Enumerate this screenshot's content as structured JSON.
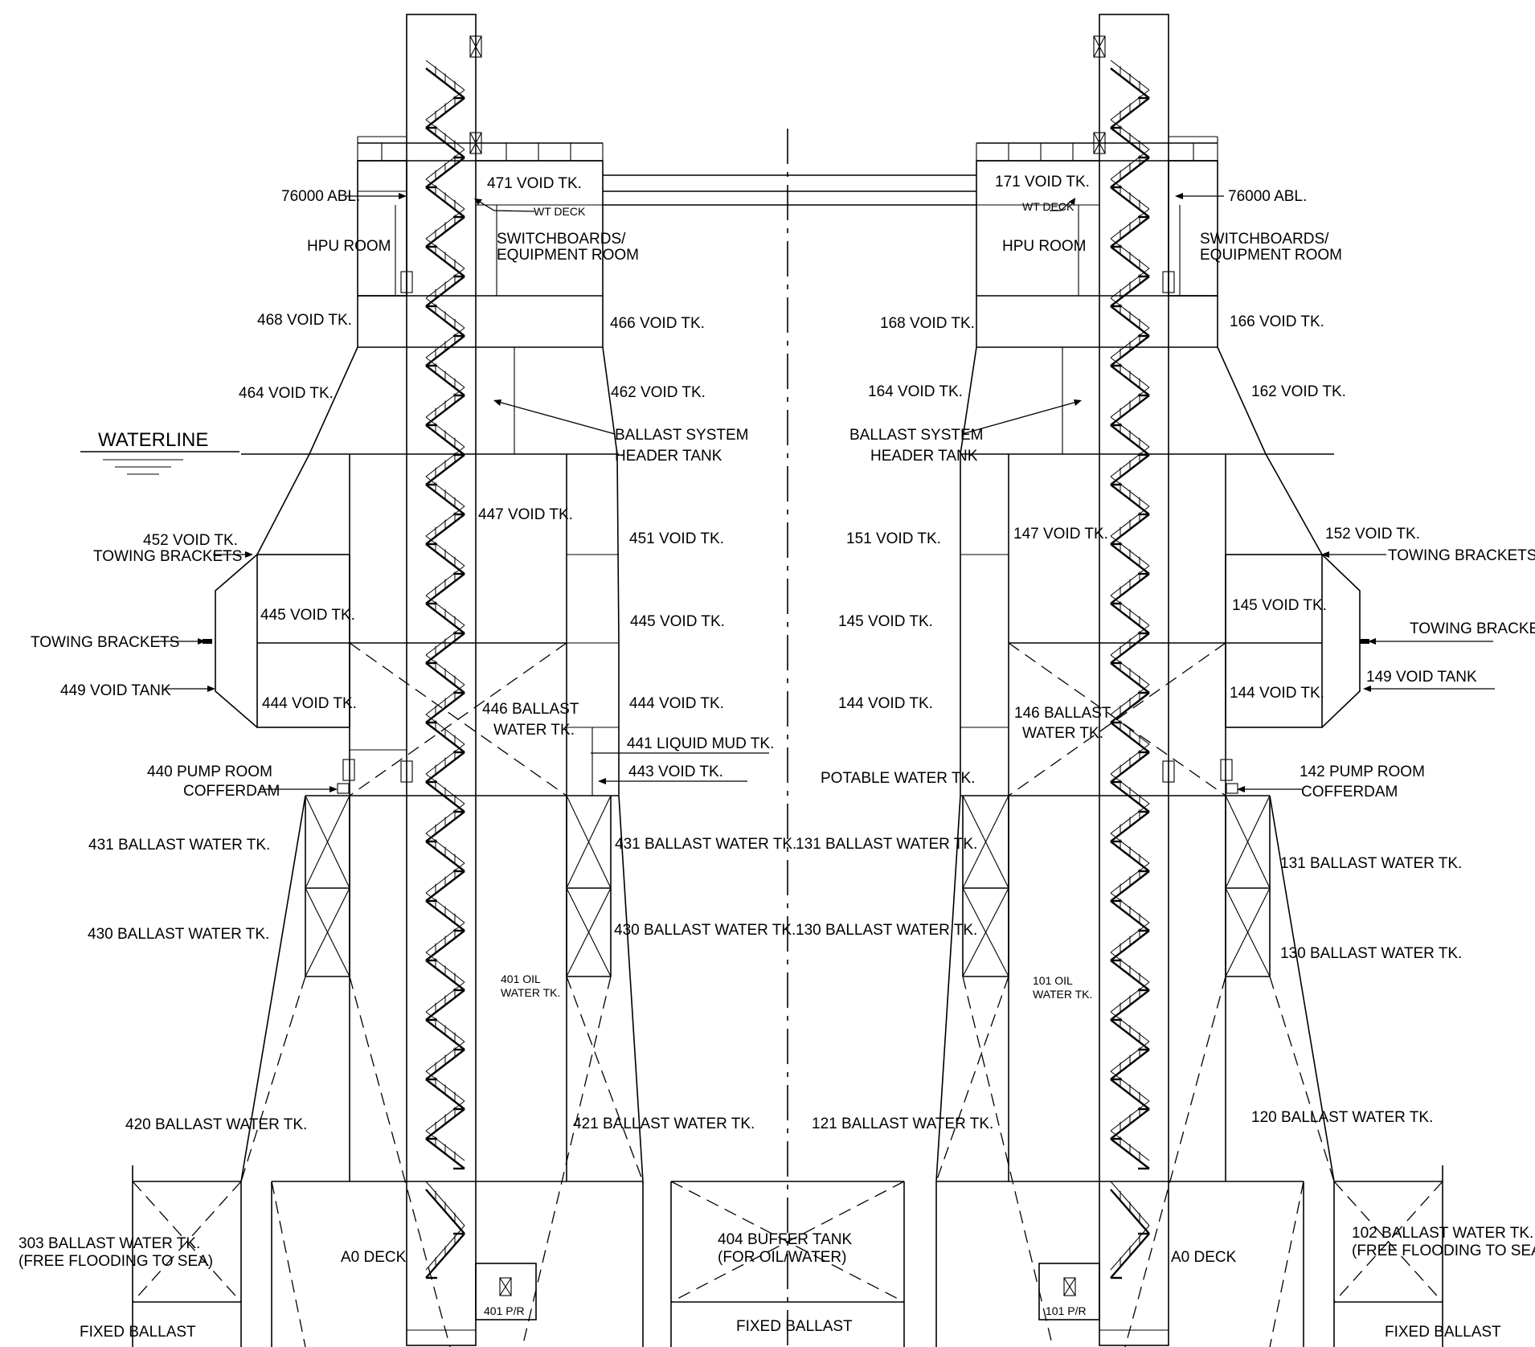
{
  "labels": {
    "elev_left": "76000 ABL.",
    "elev_right": "76000 ABL.",
    "waterline": "WATERLINE",
    "t471": "471 VOID TK.",
    "wt_deck_left": "WT DECK",
    "hpu_left": "HPU ROOM",
    "switch_left_1": "SWITCHBOARDS/",
    "switch_left_2": "EQUIPMENT ROOM",
    "t468": "468 VOID TK.",
    "t466": "466 VOID TK.",
    "t464": "464 VOID TK.",
    "t462": "462 VOID TK.",
    "ballast_header_left_1": "BALLAST SYSTEM",
    "ballast_header_left_2": "HEADER TANK",
    "t447": "447 VOID TK.",
    "t452": "452 VOID TK.",
    "towing_left_upper": "TOWING BRACKETS",
    "t451": "451 VOID TK.",
    "t445_in": "445 VOID TK.",
    "t445_out": "445 VOID TK.",
    "towing_left_lower": "TOWING BRACKETS",
    "t449": "449 VOID TANK",
    "t444_in": "444 VOID TK.",
    "t446_1": "446 BALLAST",
    "t446_2": "WATER TK.",
    "t444_out": "444 VOID TK.",
    "t441": "441 LIQUID MUD TK.",
    "t443": "443 VOID TK.",
    "t440_1": "440 PUMP ROOM",
    "t440_2": "COFFERDAM",
    "t431_left": "431 BALLAST WATER TK.",
    "t431_right": "431 BALLAST WATER TK.",
    "t430_left": "430 BALLAST WATER TK.",
    "t430_right": "430 BALLAST WATER TK.",
    "t401_1": "401 OIL",
    "t401_2": "WATER TK.",
    "t420": "420 BALLAST WATER TK.",
    "t421": "421 BALLAST WATER TK.",
    "t303_1": "303 BALLAST WATER TK.",
    "t303_2": "(FREE FLOODING TO SEA)",
    "a0_left": "A0 DECK",
    "pr401": "401 P/R",
    "fixed_left": "FIXED BALLAST",
    "t404_1": "404 BUFFER TANK",
    "t404_2": "(FOR OIL/WATER)",
    "fixed_mid": "FIXED BALLAST",
    "t171": "171 VOID TK.",
    "wt_deck_right": "WT DECK",
    "hpu_right": "HPU ROOM",
    "switch_right_1": "SWITCHBOARDS/",
    "switch_right_2": "EQUIPMENT ROOM",
    "t168": "168 VOID TK.",
    "t166": "166 VOID TK.",
    "t164": "164 VOID TK.",
    "t162": "162 VOID TK.",
    "ballast_header_right_1": "BALLAST SYSTEM",
    "ballast_header_right_2": "HEADER TANK",
    "t151": "151 VOID TK.",
    "t147": "147 VOID TK.",
    "t152": "152 VOID TK.",
    "towing_right_upper": "TOWING BRACKETS",
    "t145_in": "145 VOID TK.",
    "t145_out": "145 VOID TK.",
    "towing_right_lower": "TOWING BRACKETS",
    "t144_in": "144 VOID TK.",
    "t146_1": "146 BALLAST",
    "t146_2": "WATER TK.",
    "t144_out": "144 VOID TK.",
    "t149": "149 VOID TANK",
    "potable": "POTABLE WATER TK.",
    "t142_1": "142 PUMP ROOM",
    "t142_2": "COFFERDAM",
    "t131_left": "131 BALLAST WATER TK.",
    "t131_right": "131 BALLAST WATER TK.",
    "t130_left": "130 BALLAST WATER TK.",
    "t130_right": "130 BALLAST WATER TK.",
    "t101_1": "101 OIL",
    "t101_2": "WATER TK.",
    "t121": "121 BALLAST WATER TK.",
    "t120": "120 BALLAST WATER TK.",
    "t102_1": "102 BALLAST WATER TK.",
    "t102_2": "(FREE FLOODING TO SEA)",
    "a0_right": "A0 DECK",
    "pr101": "101 P/R",
    "fixed_right": "FIXED BALLAST"
  }
}
